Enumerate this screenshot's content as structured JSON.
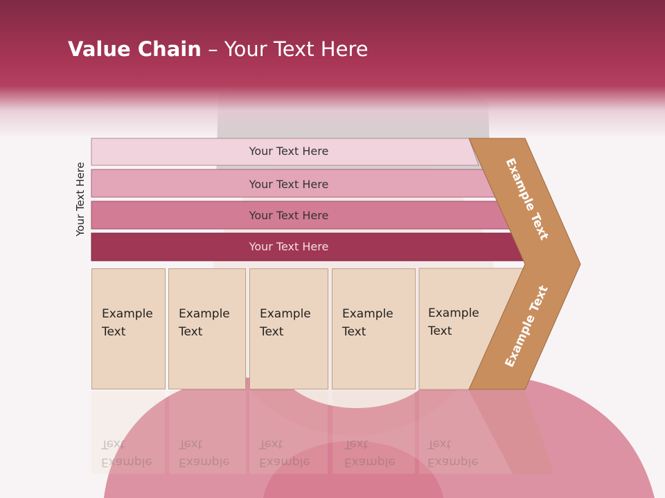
{
  "title": {
    "bold": "Value Chain",
    "rest": " – Your Text Here"
  },
  "side_label": "Your Text Here",
  "bars": [
    {
      "label": "Your Text Here",
      "color": "#f1d3dd"
    },
    {
      "label": "Your Text Here",
      "color": "#e3a6b8"
    },
    {
      "label": "Your Text Here",
      "color": "#d37c95"
    },
    {
      "label": "Your Text Here",
      "color": "#a03755"
    }
  ],
  "boxes": [
    {
      "label": "Example\nText"
    },
    {
      "label": "Example\nText"
    },
    {
      "label": "Example\nText"
    },
    {
      "label": "Example\nText"
    },
    {
      "label": "Example\nText"
    }
  ],
  "chevron": {
    "upper_label": "Example Text",
    "lower_label": "Example Text",
    "color": "#c98e5e"
  }
}
